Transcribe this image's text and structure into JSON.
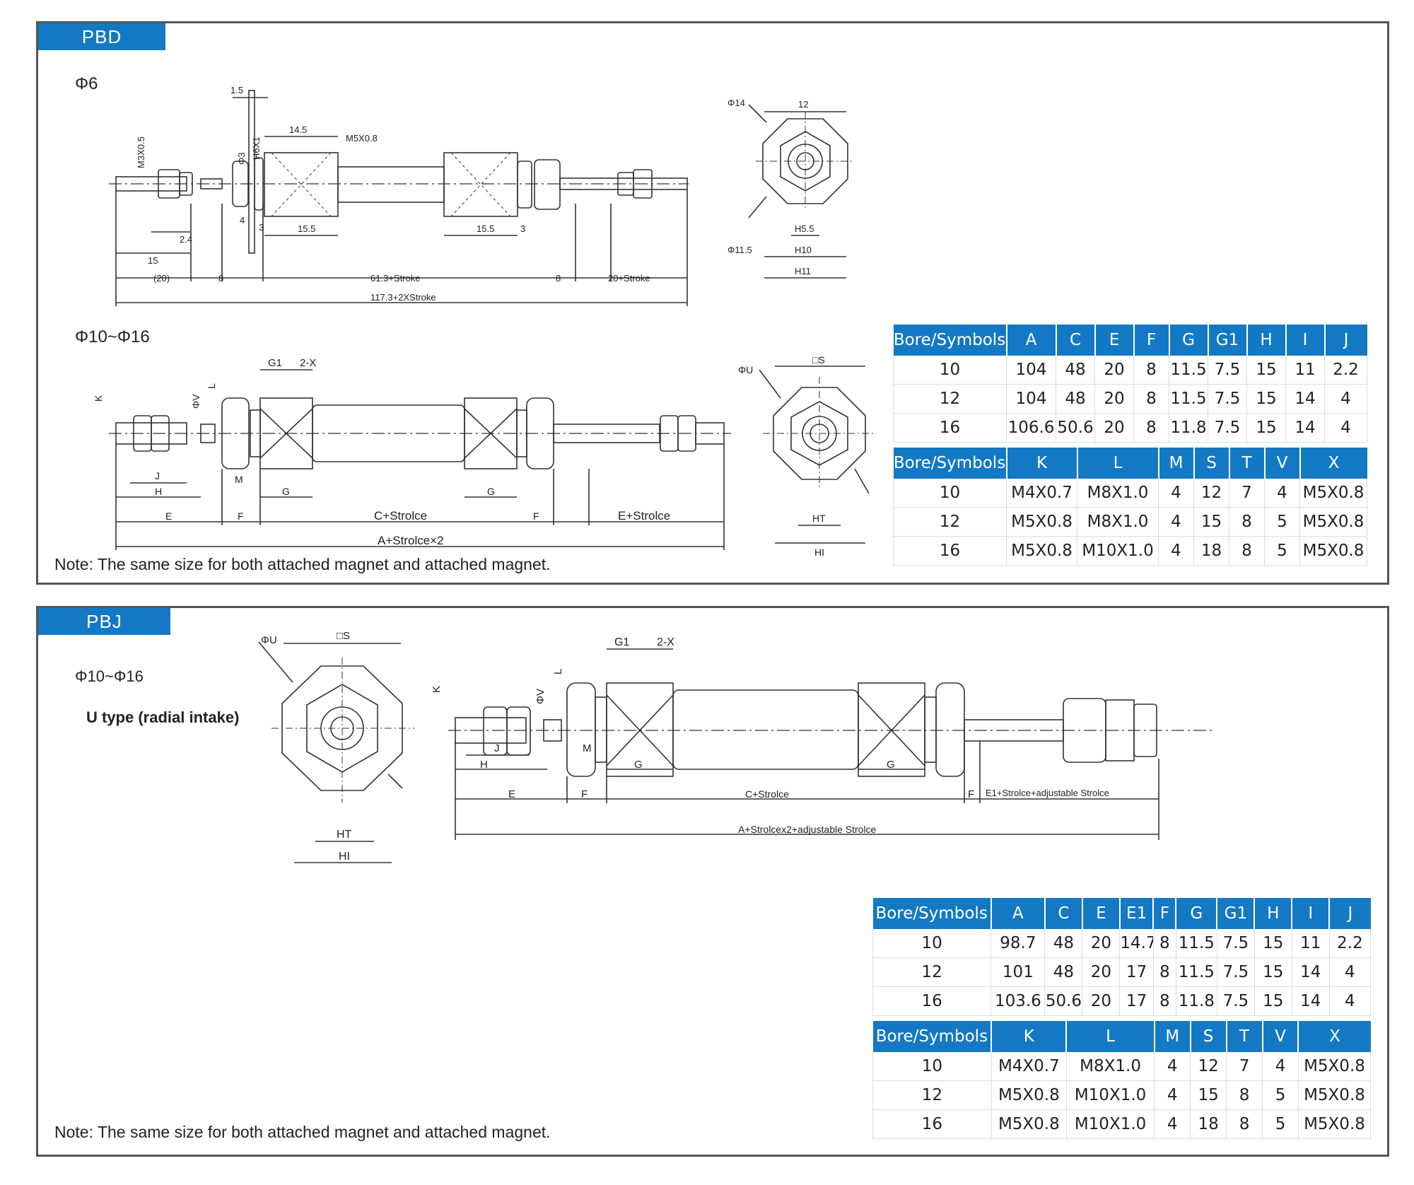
{
  "pbd": {
    "tab": "PBD",
    "phi6": "Φ6",
    "phi10": "Φ10~Φ16",
    "note": "Note: The same size for both attached magnet and attached magnet.",
    "dims6": {
      "d15": "1.5",
      "d145": "14.5",
      "m5x08": "M5X0.8",
      "m3x05": "M3X0.5",
      "phi3": "Φ3",
      "h6x1": "H6X1",
      "d4": "4",
      "d3a": "3",
      "d155a": "15.5",
      "d155b": "15.5",
      "d3b": "3",
      "d24": "2.4",
      "d15b": "15",
      "d20": "(20)",
      "d8a": "8",
      "d613": "61.3+Stroke",
      "d8b": "8",
      "d20s": "20+Stroke",
      "d1173": "117.3+2XStroke",
      "phi14": "Φ14",
      "d12": "12",
      "phi115": "Φ11.5",
      "h55": "H5.5",
      "h10": "H10",
      "h11": "H11"
    },
    "dims10": {
      "g1": "G1",
      "twox": "2-X",
      "k": "K",
      "phiv": "ΦV",
      "l": "L",
      "j": "J",
      "m": "M",
      "h": "H",
      "g": "G",
      "g2": "G",
      "e": "E",
      "f": "F",
      "cstroke": "C+Strolce",
      "f2": "F",
      "estroke": "E+Strolce",
      "astroke": "A+Strolce×2",
      "phiu": "ΦU",
      "s": "□S",
      "ht": "HT",
      "hl": "HI"
    },
    "table1": {
      "headers": [
        "Bore/Symbols",
        "A",
        "C",
        "E",
        "F",
        "G",
        "G1",
        "H",
        "I",
        "J"
      ],
      "rows": [
        [
          "10",
          "104",
          "48",
          "20",
          "8",
          "11.5",
          "7.5",
          "15",
          "11",
          "2.2"
        ],
        [
          "12",
          "104",
          "48",
          "20",
          "8",
          "11.5",
          "7.5",
          "15",
          "14",
          "4"
        ],
        [
          "16",
          "106.6",
          "50.6",
          "20",
          "8",
          "11.8",
          "7.5",
          "15",
          "14",
          "4"
        ]
      ]
    },
    "table2": {
      "headers": [
        "Bore/Symbols",
        "K",
        "L",
        "M",
        "S",
        "T",
        "V",
        "X"
      ],
      "rows": [
        [
          "10",
          "M4X0.7",
          "M8X1.0",
          "4",
          "12",
          "7",
          "4",
          "M5X0.8"
        ],
        [
          "12",
          "M5X0.8",
          "M8X1.0",
          "4",
          "15",
          "8",
          "5",
          "M5X0.8"
        ],
        [
          "16",
          "M5X0.8",
          "M10X1.0",
          "4",
          "18",
          "8",
          "5",
          "M5X0.8"
        ]
      ]
    }
  },
  "pbj": {
    "tab": "PBJ",
    "phi10": "Φ10~Φ16",
    "utype": "U type (radial intake)",
    "note": "Note: The same size for both attached magnet and attached magnet.",
    "dims": {
      "phiu": "ΦU",
      "s": "□S",
      "ht": "HT",
      "hl": "HI",
      "k": "K",
      "phiv": "ΦV",
      "l": "L",
      "g1": "G1",
      "twox": "2-X",
      "j": "J",
      "m": "M",
      "h": "H",
      "g": "G",
      "g2": "G",
      "e": "E",
      "f": "F",
      "cstroke": "C+Strolce",
      "f2": "F",
      "e1stroke": "E1+Strolce+adjustable Strolce",
      "astroke": "A+Strolcex2+adjustable Strolce"
    },
    "table1": {
      "headers": [
        "Bore/Symbols",
        "A",
        "C",
        "E",
        "E1",
        "F",
        "G",
        "G1",
        "H",
        "I",
        "J"
      ],
      "rows": [
        [
          "10",
          "98.7",
          "48",
          "20",
          "14.7",
          "8",
          "11.5",
          "7.5",
          "15",
          "11",
          "2.2"
        ],
        [
          "12",
          "101",
          "48",
          "20",
          "17",
          "8",
          "11.5",
          "7.5",
          "15",
          "14",
          "4"
        ],
        [
          "16",
          "103.6",
          "50.6",
          "20",
          "17",
          "8",
          "11.8",
          "7.5",
          "15",
          "14",
          "4"
        ]
      ]
    },
    "table2": {
      "headers": [
        "Bore/Symbols",
        "K",
        "L",
        "M",
        "S",
        "T",
        "V",
        "X"
      ],
      "rows": [
        [
          "10",
          "M4X0.7",
          "M8X1.0",
          "4",
          "12",
          "7",
          "4",
          "M5X0.8"
        ],
        [
          "12",
          "M5X0.8",
          "M10X1.0",
          "4",
          "15",
          "8",
          "5",
          "M5X0.8"
        ],
        [
          "16",
          "M5X0.8",
          "M10X1.0",
          "4",
          "18",
          "8",
          "5",
          "M5X0.8"
        ]
      ]
    }
  },
  "colors": {
    "accent": "#1479c4",
    "border": "#555555",
    "line": "#333333"
  }
}
